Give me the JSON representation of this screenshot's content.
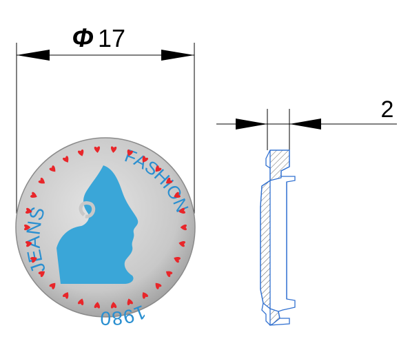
{
  "dimensions": {
    "diameter_symbol": "Φ",
    "diameter_value": "17",
    "thickness_value": "2"
  },
  "badge": {
    "text_left": "JEANS",
    "text_right": "FASHION",
    "text_bottom": "1980",
    "colors": {
      "disc": "#c8c8c8",
      "silhouette": "#3aa6d8",
      "hearts": "#e8262a",
      "text": "#2a8fd0"
    }
  },
  "section": {
    "outline_color": "#2f6fd0"
  }
}
